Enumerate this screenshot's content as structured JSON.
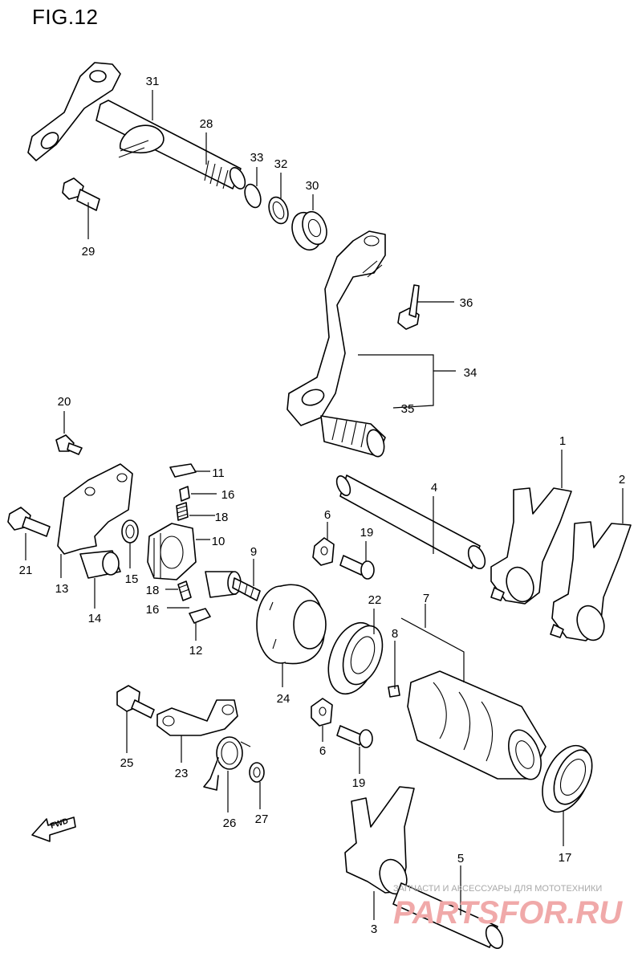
{
  "figure": {
    "title": "FIG.12"
  },
  "parts": [
    {
      "no": "1"
    },
    {
      "no": "2"
    },
    {
      "no": "3"
    },
    {
      "no": "4"
    },
    {
      "no": "5"
    },
    {
      "no": "6"
    },
    {
      "no": "6"
    },
    {
      "no": "7"
    },
    {
      "no": "8"
    },
    {
      "no": "9"
    },
    {
      "no": "10"
    },
    {
      "no": "11"
    },
    {
      "no": "12"
    },
    {
      "no": "13"
    },
    {
      "no": "14"
    },
    {
      "no": "15"
    },
    {
      "no": "16"
    },
    {
      "no": "16"
    },
    {
      "no": "17"
    },
    {
      "no": "18"
    },
    {
      "no": "18"
    },
    {
      "no": "19"
    },
    {
      "no": "19"
    },
    {
      "no": "20"
    },
    {
      "no": "21"
    },
    {
      "no": "22"
    },
    {
      "no": "23"
    },
    {
      "no": "24"
    },
    {
      "no": "25"
    },
    {
      "no": "26"
    },
    {
      "no": "27"
    },
    {
      "no": "28"
    },
    {
      "no": "29"
    },
    {
      "no": "30"
    },
    {
      "no": "31"
    },
    {
      "no": "32"
    },
    {
      "no": "33"
    },
    {
      "no": "34"
    },
    {
      "no": "35"
    },
    {
      "no": "36"
    }
  ],
  "direction_marker": {
    "text": "FWD"
  },
  "watermark": {
    "caption": "ЗАПЧАСТИ И АКСЕССУАРЫ ДЛЯ МОТОТЕХНИКИ",
    "logo": "PARTSFOR.RU",
    "color": "#f0a9a9"
  }
}
